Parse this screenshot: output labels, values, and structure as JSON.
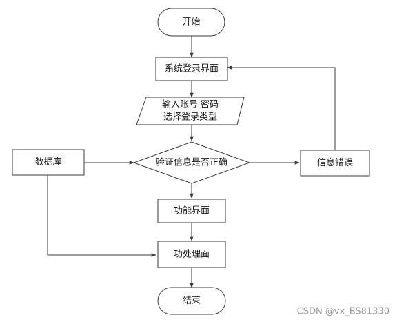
{
  "diagram": {
    "nodes": {
      "start": "开始",
      "login_screen": "系统登录界面",
      "input_line1": "输入账号 密码",
      "input_line2": "选择登录类型",
      "verify": "验证信息是否正确",
      "database": "数据库",
      "error": "信息错误",
      "function_screen": "功能界面",
      "processing": "功处理面",
      "end": "结束"
    }
  },
  "watermark": "CSDN @vx_BS81330"
}
